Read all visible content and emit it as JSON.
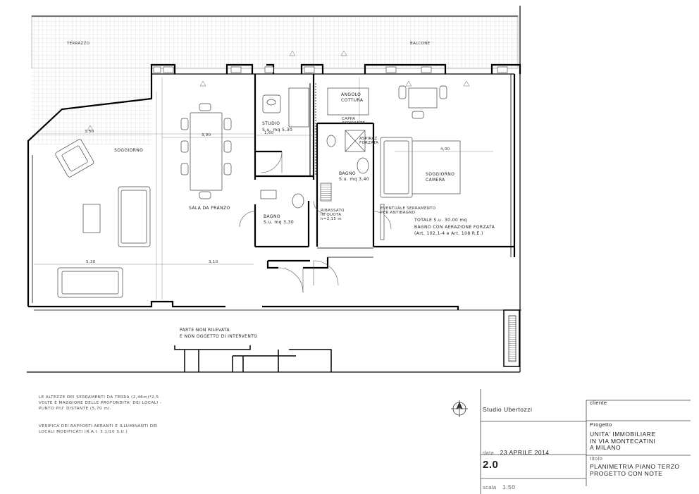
{
  "plan_labels": {
    "terrazzo": "TERRAZZO",
    "balcone": "BALCONE",
    "soggiorno": "SOGGIORNO",
    "sala_pranzo": "SALA DA PRANZO",
    "studio_name": "STUDIO",
    "studio_area": "S.u. mq 5,30",
    "bagno1_name": "BAGNO",
    "bagno1_area": "S.u. mq 3,30",
    "bagno2_name": "BAGNO",
    "bagno2_area": "S.u. mq 3,40",
    "angolo_cottura_1": "ANGOLO",
    "angolo_cottura_2": "COTTURA",
    "soggiorno_camera_1": "SOGGIORNO",
    "soggiorno_camera_2": "CAMERA",
    "totale": "TOTALE S.u. 30,00 mq",
    "bagno_aerazione_1": "BAGNO CON AERAZIONE FORZATA",
    "bagno_aerazione_2": "(Art. 102,1-4 e Art. 108 R.E.)",
    "parte_non_rilevata_1": "PARTE NON RILEVATA",
    "parte_non_rilevata_2": "E NON OGGETTO DI INTERVENTO",
    "cappa_1": "CAPPA",
    "cappa_2": "ASPIRANTE",
    "aspiraz_1": "ASPIRAZ.",
    "aspiraz_2": "FORZATA",
    "ribassato_1": "RIBASSATO",
    "ribassato_2": "IN QUOTA",
    "ribassato_3": "h=2,15 m",
    "eventuale_1": "EVENTUALE SERRAMENTO",
    "eventuale_2": "PER ANTIBAGNO",
    "dim_350": "3,50",
    "dim_390": "3,90",
    "dim_530": "5,30",
    "dim_310": "3,10",
    "dim_160": "1,60",
    "dim_400": "4,00"
  },
  "notes": {
    "line1": "LE ALTEZZE DEI SERRAMENTI DA TERRA (2,46m)*2,5",
    "line2": "VOLTE E MAGGIORE DELLE PROFONDITA' DEI LOCALI -",
    "line3": "PUNTO PIU' DISTANTE (5,70 m).",
    "line4": "VERIFICA DEI RAPPORTI AERANTI E ILLUMINANTI DEI",
    "line5": "LOCALI MODIFICATI (R.A.I. 3.1/10 S.U.)"
  },
  "titleblock": {
    "studio": "Studio Ubertozzi",
    "cliente_label": "cliente",
    "progetto_label": "Progetto",
    "progetto_1": "UNITA' IMMOBILIARE",
    "progetto_2": "IN VIA MONTECATINI",
    "progetto_3": "A MILANO",
    "data_label": "data",
    "data_value": "23 APRILE 2014",
    "number": "2.0",
    "titolo_label": "titolo",
    "titolo_1": "PLANIMETRIA PIANO TERZO",
    "titolo_2": "PROGETTO CON NOTE",
    "scala_label": "scala",
    "scala_value": "1:50"
  }
}
